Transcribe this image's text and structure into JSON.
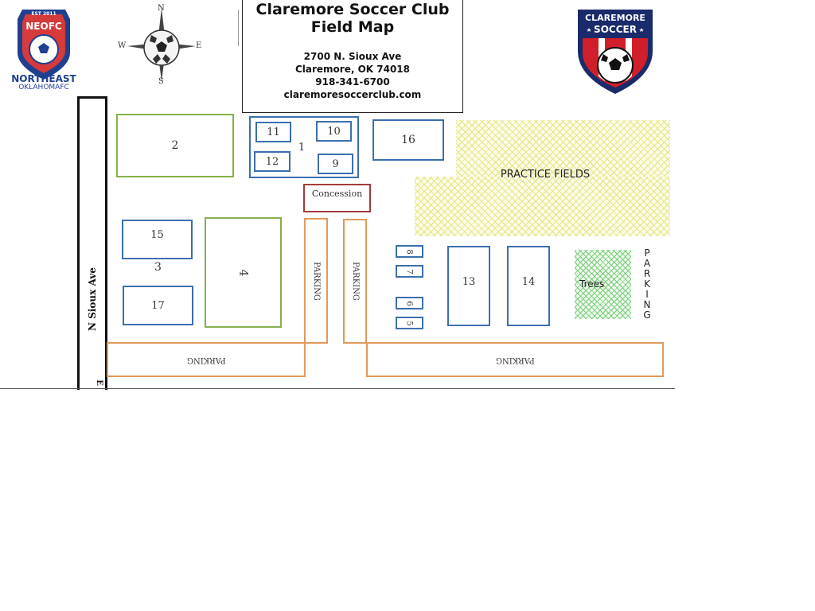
{
  "header": {
    "title_line1": "Claremore Soccer Club",
    "title_line2": "Field Map",
    "address_street": "2700 N. Sioux Ave",
    "address_city": "Claremore, OK 74018",
    "phone": "918-341-6700",
    "website": "claremoresoccerclub.com"
  },
  "logos": {
    "neofc_badge_text": "NEOFC",
    "neofc_est": "EST 2011",
    "neofc_line1": "NORTHEAST",
    "neofc_line2": "OKLAHOMAFC",
    "claremore_badge_top": "CLAREMORE",
    "claremore_badge_mid": "SOCCER"
  },
  "compass": {
    "n": "N",
    "s": "S",
    "e": "E",
    "w": "W"
  },
  "street": {
    "label": "N Sioux Ave",
    "corner_letter": "E"
  },
  "fields": {
    "f1": "1",
    "f2": "2",
    "f3": "3",
    "f4": "4",
    "f5": "5",
    "f6": "6",
    "f7": "7",
    "f8": "8",
    "f9": "9",
    "f10": "10",
    "f11": "11",
    "f12": "12",
    "f13": "13",
    "f14": "14",
    "f15": "15",
    "f16": "16",
    "f17": "17"
  },
  "areas": {
    "concession": "Concession",
    "practice": "PRACTICE FIELDS",
    "trees": "Trees",
    "parking": "PARKING",
    "parking_vertical_letters": [
      "P",
      "A",
      "R",
      "K",
      "I",
      "N",
      "G"
    ]
  },
  "colors": {
    "field_blue": "#3b6fb0",
    "field_green": "#86b04a",
    "parking_orange": "#e09a5a",
    "concession_red": "#a23b3b",
    "practice_yellow": "#e1e178",
    "trees_green": "#6ec86e"
  }
}
